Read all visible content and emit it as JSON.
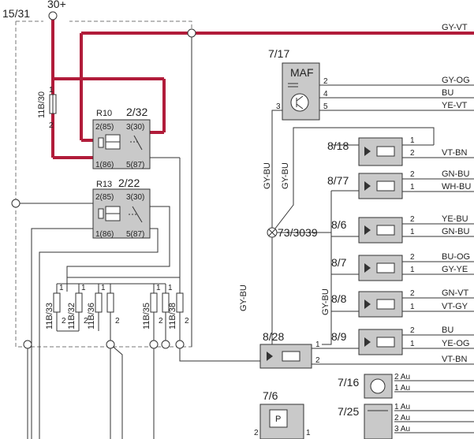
{
  "labels": {
    "ref_15_31": "15/31",
    "ref_30plus": "30+",
    "fuse_11b30": "11B/30",
    "fuse_11b30_pin1": "1",
    "fuse_11b30_pin2": "2",
    "r10_name": "R10",
    "r10_ref": "2/32",
    "r10_pin_2": "2(85)",
    "r10_pin_3": "3(30)",
    "r10_pin_1": "1(86)",
    "r10_pin_5": "5(87)",
    "r13_name": "R13",
    "r13_ref": "2/22",
    "r13_pin_2": "2(85)",
    "r13_pin_3": "3(30)",
    "r13_pin_1": "1(86)",
    "r13_pin_5": "5(87)",
    "maf_ref": "7/17",
    "maf_name": "MAF",
    "maf_pin2": "2",
    "maf_pin4": "4",
    "maf_pin5": "5",
    "maf_pin3": "3",
    "wire_gy_vt_top": "GY-VT",
    "wire_gy_og": "GY-OG",
    "wire_bu": "BU",
    "wire_ye_vt": "YE-VT",
    "wire_gy_bu_1": "GY-BU",
    "wire_gy_bu_2": "GY-BU",
    "wire_gy_bu_3": "GY-BU",
    "wire_gy_bu_4": "GY-BU",
    "splice": "73/3039",
    "inj_818": "8/18",
    "inj_877": "8/77",
    "inj_86": "8/6",
    "inj_87": "8/7",
    "inj_88": "8/8",
    "inj_89": "8/9",
    "inj_828": "8/28",
    "w_818_1": "",
    "w_818_2": "VT-BN",
    "w_877_2": "GN-BU",
    "w_877_1": "WH-BU",
    "w_86_2": "YE-BU",
    "w_86_1": "GN-BU",
    "w_87_2": "BU-OG",
    "w_87_1": "GY-YE",
    "w_88_2": "GN-VT",
    "w_88_1": "VT-GY",
    "w_89_2": "BU",
    "w_89_1": "YE-OG",
    "w_828_2": "VT-BN",
    "pin1": "1",
    "pin2": "2",
    "pin3": "3",
    "f_11b33": "11B/33",
    "f_11b32": "11B/32",
    "f_11b36": "11B/36",
    "f_11b35": "11B/35",
    "f_11b38": "11B/38",
    "s_716": "7/16",
    "s_725": "7/25",
    "s_76": "7/6",
    "au_716_2": "2 Au",
    "au_716_1": "1 Au",
    "au_725_1": "1 Au",
    "au_725_2": "2 Au",
    "au_725_3": "3 Au",
    "s76_p": "P",
    "s76_pin2": "2",
    "s76_pin1": "1"
  },
  "colors": {
    "power_wire": "#b11c3a",
    "component_fill": "#c9c9c9",
    "line": "#333333"
  }
}
